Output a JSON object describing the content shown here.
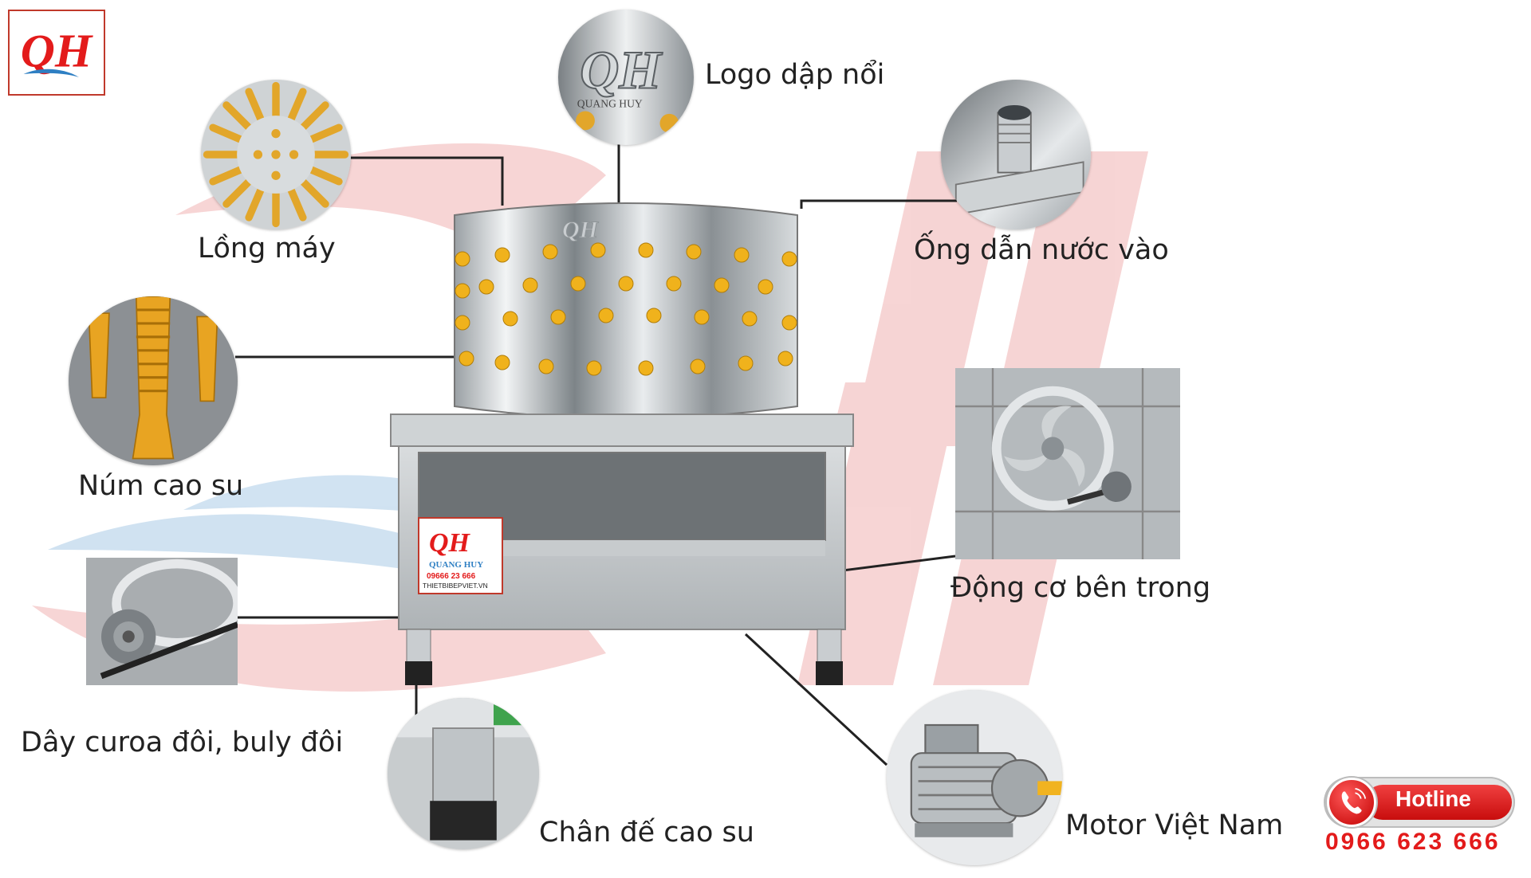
{
  "brand": {
    "logo_text": "QH",
    "accent_color": "#e31b1b",
    "secondary_color": "#2e7fc3"
  },
  "machine_plate": {
    "logo_text": "QH",
    "name": "QUANG HUY",
    "phone": "09666 23 666",
    "website": "THIETBIBEPVIET.VN"
  },
  "parts": {
    "long_may": "Lồng máy",
    "logo_dap_noi": "Logo dập nổi",
    "ong_dan_nuoc": "Ống dẫn nước vào",
    "num_cao_su": "Núm cao su",
    "dong_co": "Động cơ bên trong",
    "day_curoa": "Dây curoa đôi, buly đôi",
    "chan_de": "Chân đế cao su",
    "motor": "Motor Việt Nam"
  },
  "hotline": {
    "label": "Hotline",
    "number": "0966 623 666",
    "icon": "phone-icon"
  }
}
